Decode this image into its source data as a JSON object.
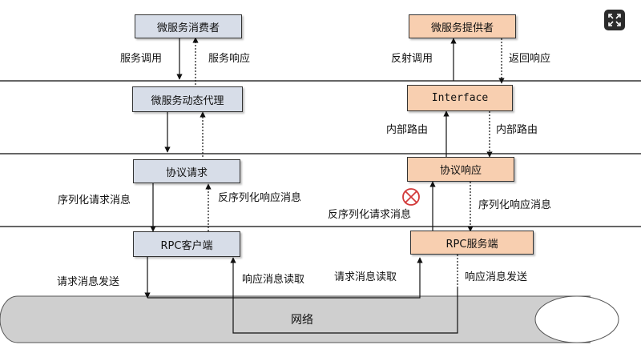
{
  "colors": {
    "consumer_fill": "#d7dde8",
    "provider_fill": "#f8cfb0",
    "network_fill": "#cfcfcf",
    "error_red": "#d23a3a"
  },
  "nodes": {
    "consumer": "微服务消费者",
    "proxy": "微服务动态代理",
    "protocol_request": "协议请求",
    "rpc_client": "RPC客户端",
    "provider": "微服务提供者",
    "interface": "Interface",
    "protocol_response": "协议响应",
    "rpc_server": "RPC服务端",
    "network": "网络"
  },
  "edges": {
    "service_call": "服务调用",
    "service_response": "服务响应",
    "reflect_call": "反射调用",
    "return_response": "返回响应",
    "internal_route_up": "内部路由",
    "internal_route_down": "内部路由",
    "serialize_request": "序列化请求消息",
    "deserialize_response": "反序列化响应消息",
    "deserialize_request": "反序列化请求消息",
    "serialize_response": "序列化响应消息",
    "send_request": "请求消息发送",
    "read_response": "响应消息读取",
    "read_request": "请求消息读取",
    "send_response": "响应消息发送"
  },
  "icons": {
    "expand": "expand-icon",
    "error": "error-circle-icon"
  }
}
